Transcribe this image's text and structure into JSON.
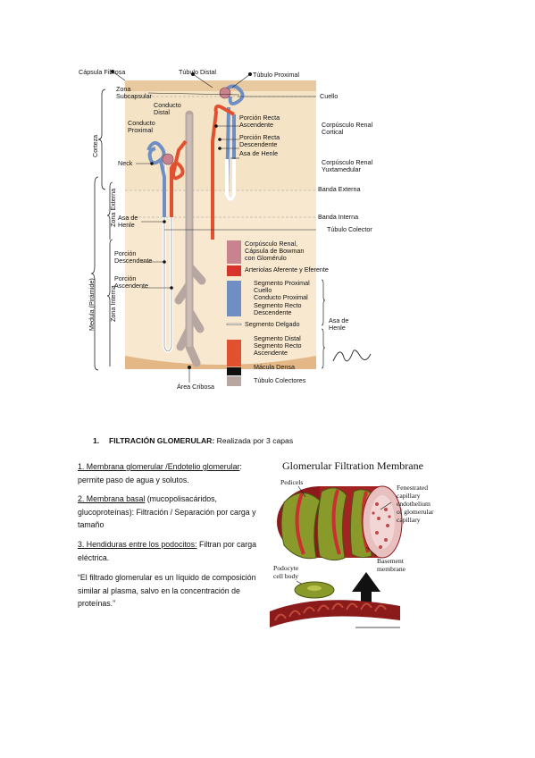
{
  "nephron_figure": {
    "labels": {
      "capsula_fibrosa": "Cápsula Fibrosa",
      "tubulo_distal": "Túbulo Distal",
      "tubulo_proximal": "Túbulo Proximal",
      "zona_subcapsular": "Zona Subcapsular",
      "conducto_distal": "Conducto Distal",
      "cuello": "Cuello",
      "conducto_proximal": "Conducto Proximal",
      "porcion_recta_ascendente": "Porción Recta Ascendente",
      "porcion_recta_descendente": "Porción Recta Descendente",
      "asa_de_henle_top": "Asa de Henle",
      "corpusculo_renal_cortical": "Corpúsculo Renal Cortical",
      "neck": "Neck",
      "corpusculo_renal_yuxtamedular": "Corpúsculo Renal Yuxtamedular",
      "banda_externa": "Banda Externa",
      "banda_interna": "Banda Interna",
      "asa_de_henle_left": "Asa de Henle",
      "tubulo_colector": "Túbulo Colector",
      "porcion_descendente": "Porción Descendente",
      "porcion_ascendente": "Porción Ascendente",
      "area_cribosa": "Área Cribosa",
      "corteza": "Corteza",
      "zona_externa": "Zona Externa",
      "zona_interna": "Zona Interna",
      "medula": "Medula (Pirámide)"
    },
    "legend": [
      {
        "text": "Corpúsculo Renal, Cápsula de Bowman con Glomérulo",
        "color": "#c9838f"
      },
      {
        "text": "Arteriolas Aferente y Eferente",
        "color": "#d8322c"
      },
      {
        "text": "Segmento Proximal Cuello Conducto Proximal Segmento Recto Descendente",
        "color": "#6f8fc4"
      },
      {
        "text": "Segmento Delgado",
        "color": "#ffffff"
      },
      {
        "text": "Segmento Distal Segmento Recto Ascendente",
        "color": "#e2512f"
      },
      {
        "text": "Mácula Densa",
        "color": "#111111"
      },
      {
        "text": "Túbulo Colectores",
        "color": "#b7a7a0"
      }
    ],
    "legend_lines": {
      "l1a": "Corpúsculo Renal,",
      "l1b": "Cápsula de Bowman",
      "l1c": "con Glomérulo",
      "l2": "Arteriolas Aferente y Eferente",
      "l3a": "Segmento Proximal",
      "l3b": "Cuello",
      "l3c": "Conducto Proximal",
      "l3d": "Segmento Recto",
      "l3e": "Descendente",
      "l4": "Segmento Delgado",
      "l5a": "Segmento Distal",
      "l5b": "Segmento Recto",
      "l5c": "Ascendente",
      "l6": "Mácula Densa",
      "l7": "Túbulo Colectores",
      "asa_de_henle": "Asa de Henle"
    }
  },
  "section": {
    "number": "1.",
    "title": "FILTRACIÓN GLOMERULAR:",
    "subtitle": " Realizada por 3 capas"
  },
  "paragraphs": {
    "p1_underlined": "1. Membrana glomerular /Endotelio glomerular",
    "p1_rest": ": permite paso de agua y solutos.",
    "p2_underlined": "2. Membrana basal",
    "p2_rest": " (mucopolisacáridos, glucoproteínas): Filtración / Separación por carga y tamaño",
    "p3_underlined": "3. Hendiduras entre los podocitos:",
    "p3_rest": " Filtran por carga eléctrica.",
    "quote": "“El filtrado glomerular es un líquido de composición similar al plasma, salvo en la concentración de proteínas.”"
  },
  "glomerular_figure": {
    "title": "Glomerular Filtration Membrane",
    "pedicels": "Pedicels",
    "fenestrated": [
      "Fenestrated",
      "capillary",
      "endothelium",
      "of glomerular",
      "capillary"
    ],
    "basement": [
      "Basement",
      "membrane"
    ],
    "podocyte": [
      "Podocyte",
      "cell body"
    ]
  }
}
